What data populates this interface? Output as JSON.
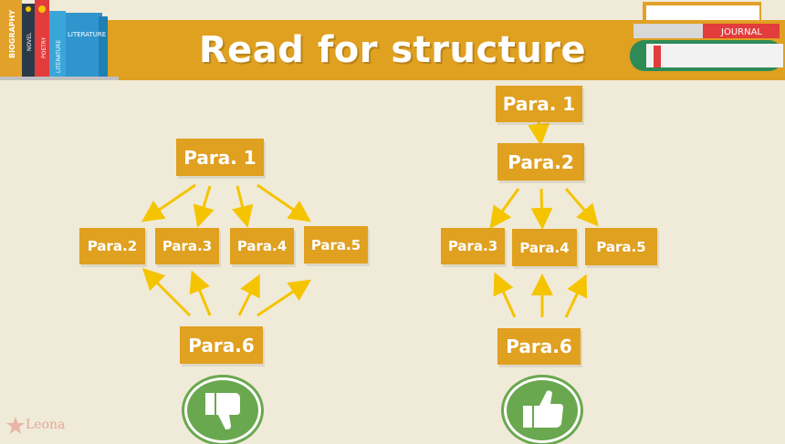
{
  "title": "Read for structure",
  "books": {
    "left": [
      "BIOGRAPHY",
      "NOVEL",
      "POETRY",
      "LITERATURE",
      "LITERATURE"
    ],
    "right": [
      "JOURNAL"
    ]
  },
  "left_diagram": {
    "top": "Para. 1",
    "middle": [
      "Para.2",
      "Para.3",
      "Para.4",
      "Para.5"
    ],
    "bottom": "Para.6",
    "verdict_icon": "thumbs-down-icon"
  },
  "right_diagram": {
    "top": "Para. 1",
    "second": "Para.2",
    "middle": [
      "Para.3",
      "Para.4",
      "Para.5"
    ],
    "bottom": "Para.6",
    "verdict_icon": "thumbs-up-icon"
  },
  "watermark": "Leona",
  "colors": {
    "background": "#f0ead8",
    "accent": "#e0a020",
    "arrow": "#f5c400",
    "icon_green": "#6aa84f"
  }
}
